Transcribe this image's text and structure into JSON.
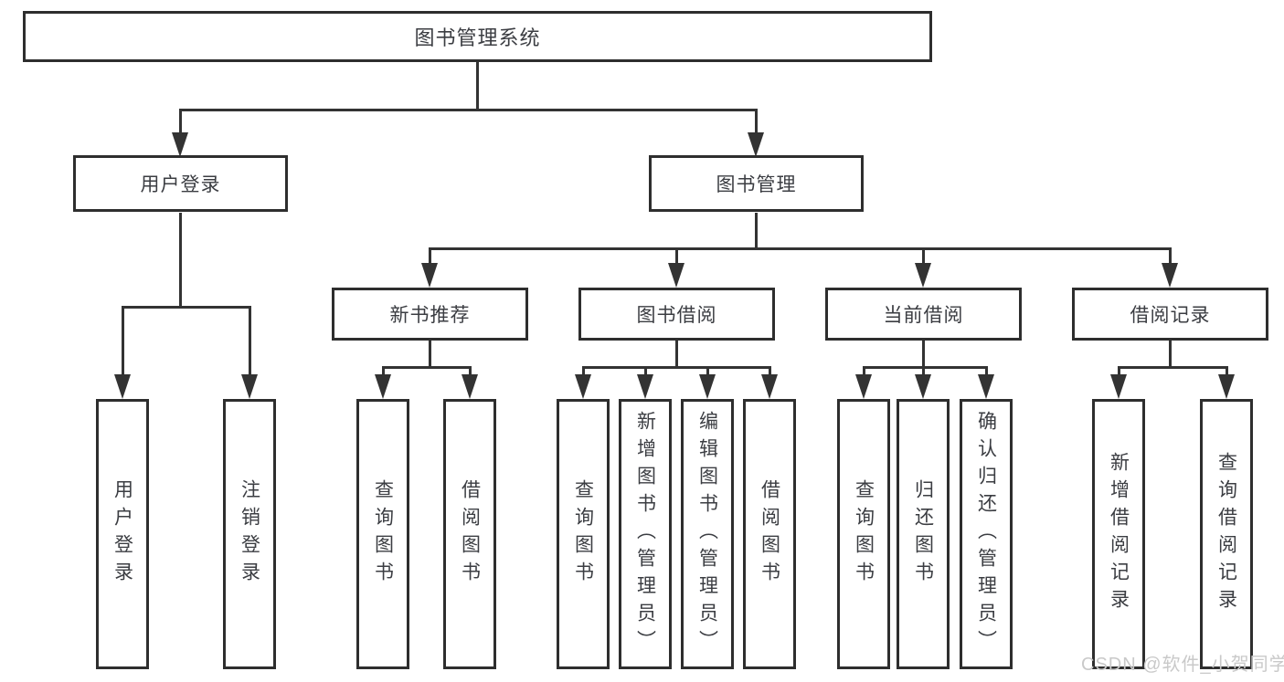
{
  "diagram": {
    "root": {
      "label": "图书管理系统"
    },
    "branches": [
      {
        "label": "用户登录",
        "leaves": [
          {
            "label": "用户登录"
          },
          {
            "label": "注销登录"
          }
        ]
      },
      {
        "label": "图书管理",
        "groups": [
          {
            "label": "新书推荐",
            "leaves": [
              {
                "label": "查询图书"
              },
              {
                "label": "借阅图书"
              }
            ]
          },
          {
            "label": "图书借阅",
            "leaves": [
              {
                "label": "查询图书"
              },
              {
                "label": "新增图书（管理员）"
              },
              {
                "label": "编辑图书（管理员）"
              },
              {
                "label": "借阅图书"
              }
            ]
          },
          {
            "label": "当前借阅",
            "leaves": [
              {
                "label": "查询图书"
              },
              {
                "label": "归还图书"
              },
              {
                "label": "确认归还（管理员）"
              }
            ]
          },
          {
            "label": "借阅记录",
            "leaves": [
              {
                "label": "新增借阅记录"
              },
              {
                "label": "查询借阅记录"
              }
            ]
          }
        ]
      }
    ]
  },
  "watermark": {
    "text": "CSDN @软件_小贺同学"
  },
  "colors": {
    "line": "#333333",
    "box_border": "#2e2e2e",
    "text": "#3b3d42",
    "watermark": "#c9c9c9",
    "background": "#ffffff"
  }
}
